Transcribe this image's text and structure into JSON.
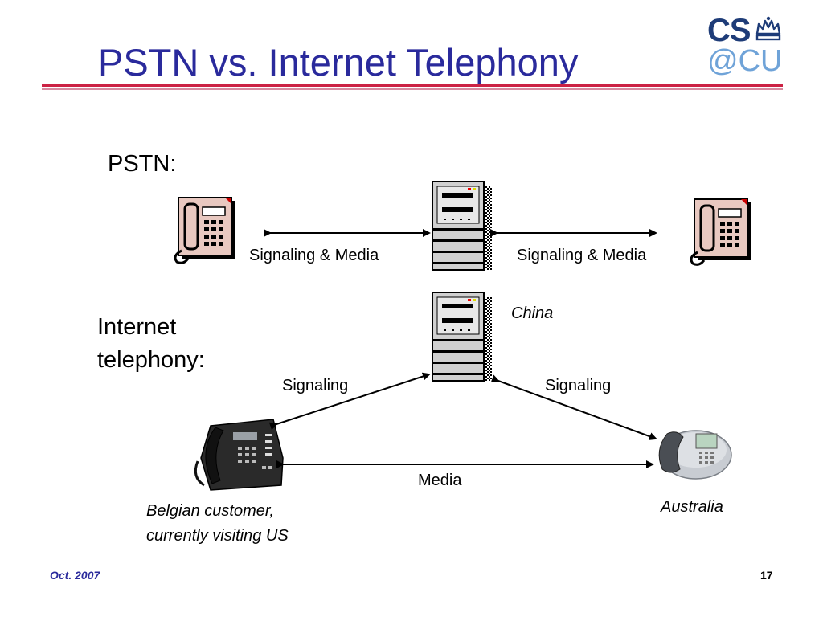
{
  "slide": {
    "title": "PSTN vs. Internet Telephony",
    "logo": {
      "line1": "CS",
      "line2": "@CU",
      "crown": "crown-icon"
    },
    "colors": {
      "title": "#2a2a9c",
      "rule": "#cc2244",
      "footer": "#2a2a9c",
      "logo_dark": "#1e3c78",
      "logo_light": "#6fa3d8"
    }
  },
  "pstn": {
    "label": "PSTN:",
    "left_link": "Signaling & Media",
    "right_link": "Signaling & Media"
  },
  "internet": {
    "label_line1": "Internet",
    "label_line2": "telephony:",
    "server_location": "China",
    "left_signaling": "Signaling",
    "right_signaling": "Signaling",
    "media": "Media",
    "left_caption_line1": "Belgian customer,",
    "left_caption_line2": "currently visiting US",
    "right_caption": "Australia"
  },
  "footer": {
    "date": "Oct. 2007",
    "page": "17"
  }
}
